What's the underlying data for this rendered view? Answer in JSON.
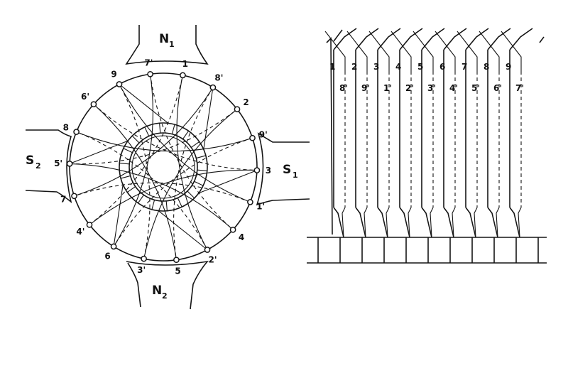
{
  "poles": {
    "top": {
      "letter": "N",
      "sub": "1"
    },
    "bottom": {
      "letter": "N",
      "sub": "2"
    },
    "left": {
      "letter": "S",
      "sub": "2"
    },
    "right": {
      "letter": "S",
      "sub": "1"
    }
  },
  "slot_labels": [
    "9",
    "7'",
    "1",
    "8'",
    "2",
    "9'",
    "3",
    "1'",
    "4",
    "2'",
    "5",
    "3'",
    "6",
    "4'",
    "7",
    "5'",
    "8",
    "6'"
  ],
  "developed": {
    "top_row": [
      "1",
      "2",
      "3",
      "4",
      "5",
      "6",
      "7",
      "8",
      "9"
    ],
    "bottom_row": [
      "8'",
      "9'",
      "1'",
      "2'",
      "3'",
      "4'",
      "5'",
      "6'",
      "7'"
    ]
  },
  "colors": {
    "ink": "#151515",
    "background": "#ffffff"
  }
}
